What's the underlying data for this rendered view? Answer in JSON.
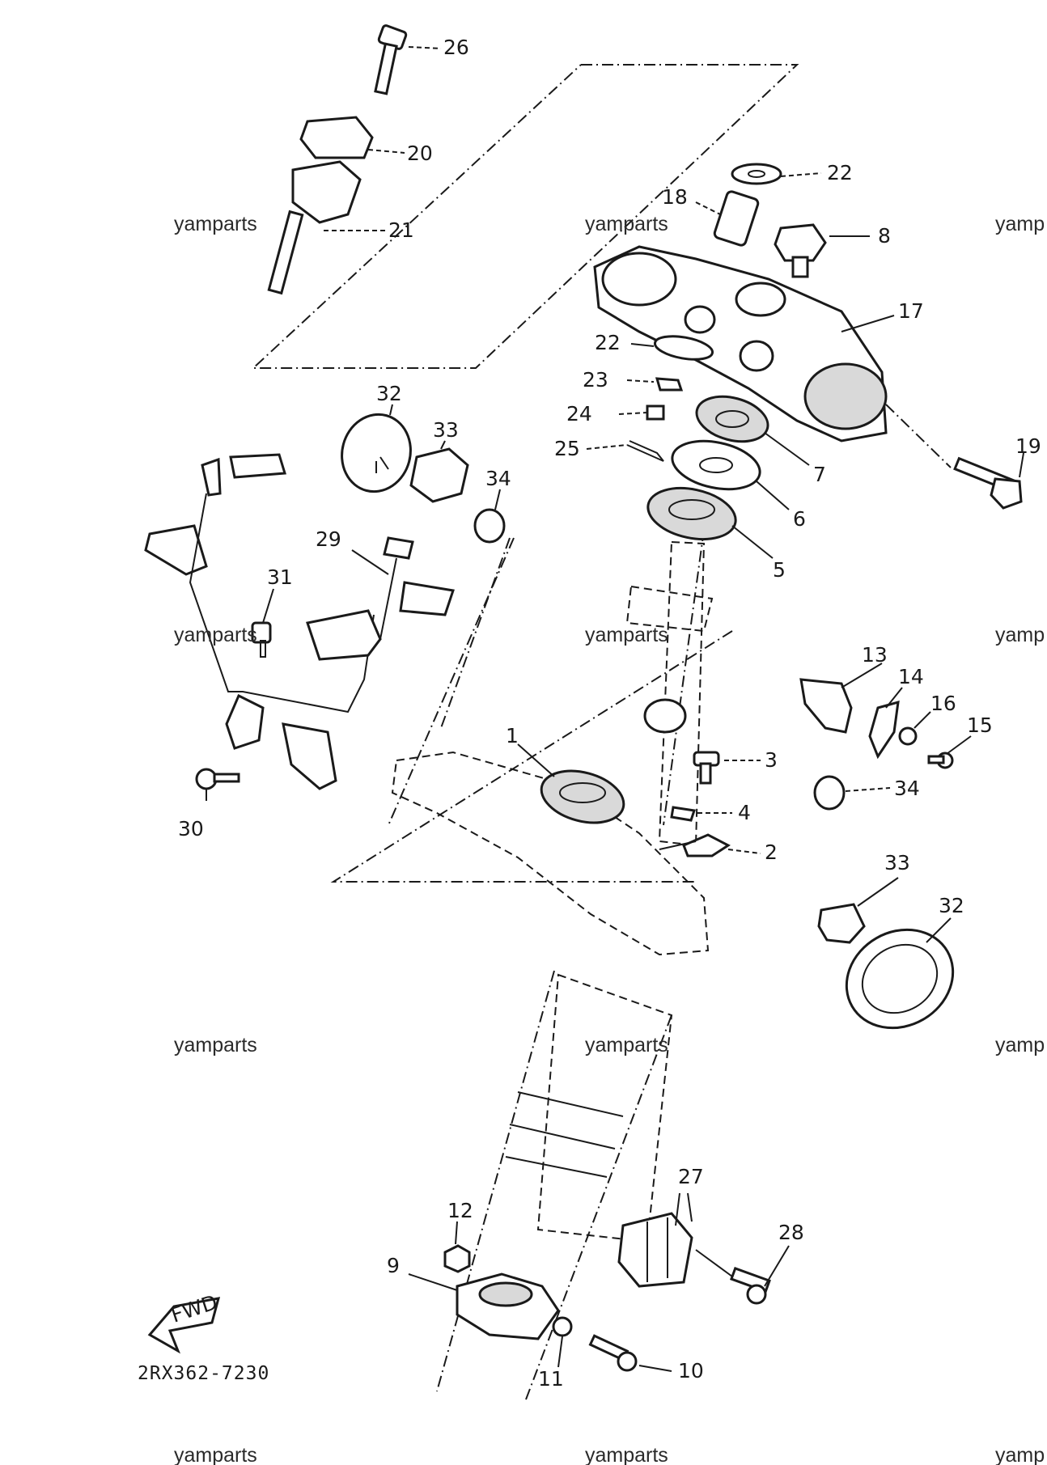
{
  "watermarks": [
    "yamparts",
    "yamparts",
    "yamp",
    "yamparts",
    "yamparts",
    "yamp",
    "yamparts",
    "yamparts",
    "yamp",
    "yamparts",
    "yamparts",
    "yamp"
  ],
  "part_code": "2RX362-7230",
  "fwd_badge": "FWD",
  "callouts": [
    "26",
    "20",
    "21",
    "22",
    "18",
    "8",
    "17",
    "22",
    "23",
    "24",
    "25",
    "7",
    "6",
    "5",
    "19",
    "32",
    "33",
    "34",
    "29",
    "31",
    "13",
    "14",
    "16",
    "15",
    "1",
    "3",
    "4",
    "2",
    "34",
    "30",
    "33",
    "32",
    "27",
    "12",
    "28",
    "9",
    "11",
    "10"
  ]
}
